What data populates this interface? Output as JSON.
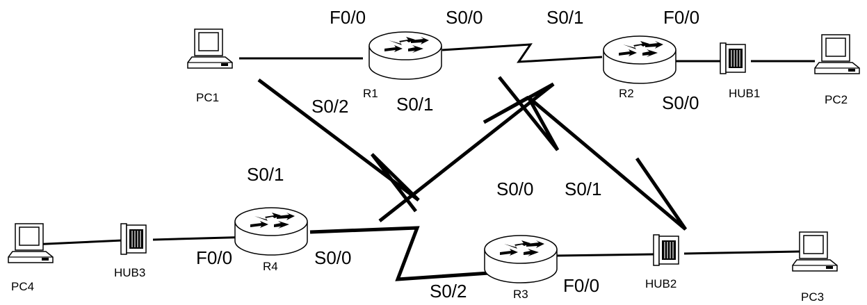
{
  "devices": {
    "pc1": {
      "label": "PC1",
      "icon": "pc-icon"
    },
    "pc2": {
      "label": "PC2",
      "icon": "pc-icon"
    },
    "pc3": {
      "label": "PC3",
      "icon": "pc-icon"
    },
    "pc4": {
      "label": "PC4",
      "icon": "pc-icon"
    },
    "r1": {
      "label": "R1",
      "icon": "router-icon"
    },
    "r2": {
      "label": "R2",
      "icon": "router-icon"
    },
    "r3": {
      "label": "R3",
      "icon": "router-icon"
    },
    "r4": {
      "label": "R4",
      "icon": "router-icon"
    },
    "hub1": {
      "label": "HUB1",
      "icon": "hub-icon"
    },
    "hub2": {
      "label": "HUB2",
      "icon": "hub-icon"
    },
    "hub3": {
      "label": "HUB3",
      "icon": "hub-icon"
    }
  },
  "interfaces": {
    "r1_f00": "F0/0",
    "r1_s00": "S0/0",
    "r1_s01": "S0/1",
    "r1_s02": "S0/2",
    "r2_s01": "S0/1",
    "r2_f00": "F0/0",
    "r2_s00": "S0/0",
    "r4_s01": "S0/1",
    "r4_f00": "F0/0",
    "r4_s00": "S0/0",
    "r3_s00": "S0/0",
    "r3_s01": "S0/1",
    "r3_s02": "S0/2",
    "r3_f00": "F0/0"
  }
}
